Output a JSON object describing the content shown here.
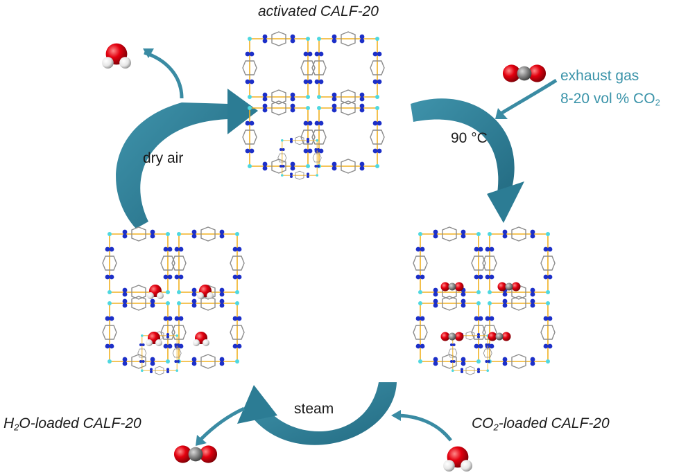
{
  "colors": {
    "arrow": "#2f8199",
    "arrow_light": "#5aa4b8",
    "teal_text": "#3a93a9",
    "oxygen": "#e3000f",
    "carbon": "#8a8a8a",
    "hydrogen": "#f2f2f2",
    "nitrogen": "#1c2fc8",
    "zinc": "#4fd8e0",
    "bond": "#f0b020",
    "ring": "#8c8c8c"
  },
  "labels": {
    "top": "activated CALF-20",
    "dry_air": "dry air",
    "temp": "90 °C",
    "steam": "steam",
    "h2o_prefix": "H",
    "h2o_sub": "2",
    "h2o_suffix": "O-loaded CALF-20",
    "co2_prefix": "CO",
    "co2_sub": "2",
    "co2_suffix": "-loaded CALF-20",
    "exhaust_line1": "exhaust gas",
    "exhaust_line2_prefix": "8-20 vol % CO",
    "exhaust_line2_sub": "2"
  },
  "icons": {
    "released_water": "water-molecule-icon",
    "incoming_co2": "co2-molecule-icon",
    "released_co2": "co2-molecule-icon",
    "incoming_water": "water-molecule-icon"
  }
}
